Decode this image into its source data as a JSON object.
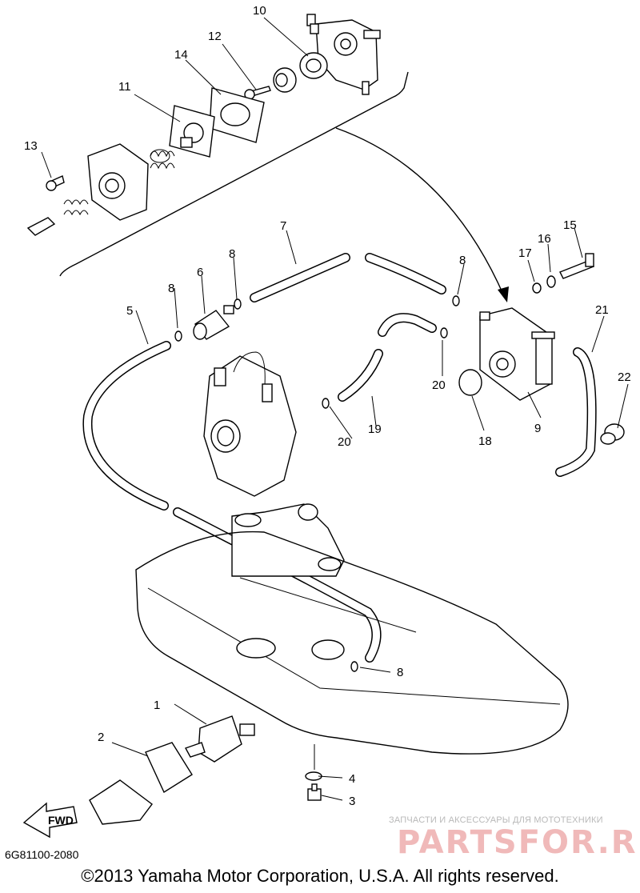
{
  "labels": {
    "p1": "1",
    "p2": "2",
    "p3": "3",
    "p4": "4",
    "p5": "5",
    "p6": "6",
    "p7": "7",
    "p8a": "8",
    "p8b": "8",
    "p8c": "8",
    "p8d": "8",
    "p9": "9",
    "p10": "10",
    "p11": "11",
    "p12": "12",
    "p13": "13",
    "p14": "14",
    "p15": "15",
    "p16": "16",
    "p17": "17",
    "p18": "18",
    "p19": "19",
    "p20a": "20",
    "p20b": "20",
    "p21": "21",
    "p22": "22"
  },
  "fwd": "FWD",
  "drawing_code": "6G81100-2080",
  "copyright": "©2013 Yamaha Motor Corporation, U.S.A. All rights reserved.",
  "watermark": {
    "caption": "ЗАПЧАСТИ И АКСЕССУАРЫ ДЛЯ МОТОТЕХНИКИ",
    "logo": "PARTSFOR.RU"
  }
}
